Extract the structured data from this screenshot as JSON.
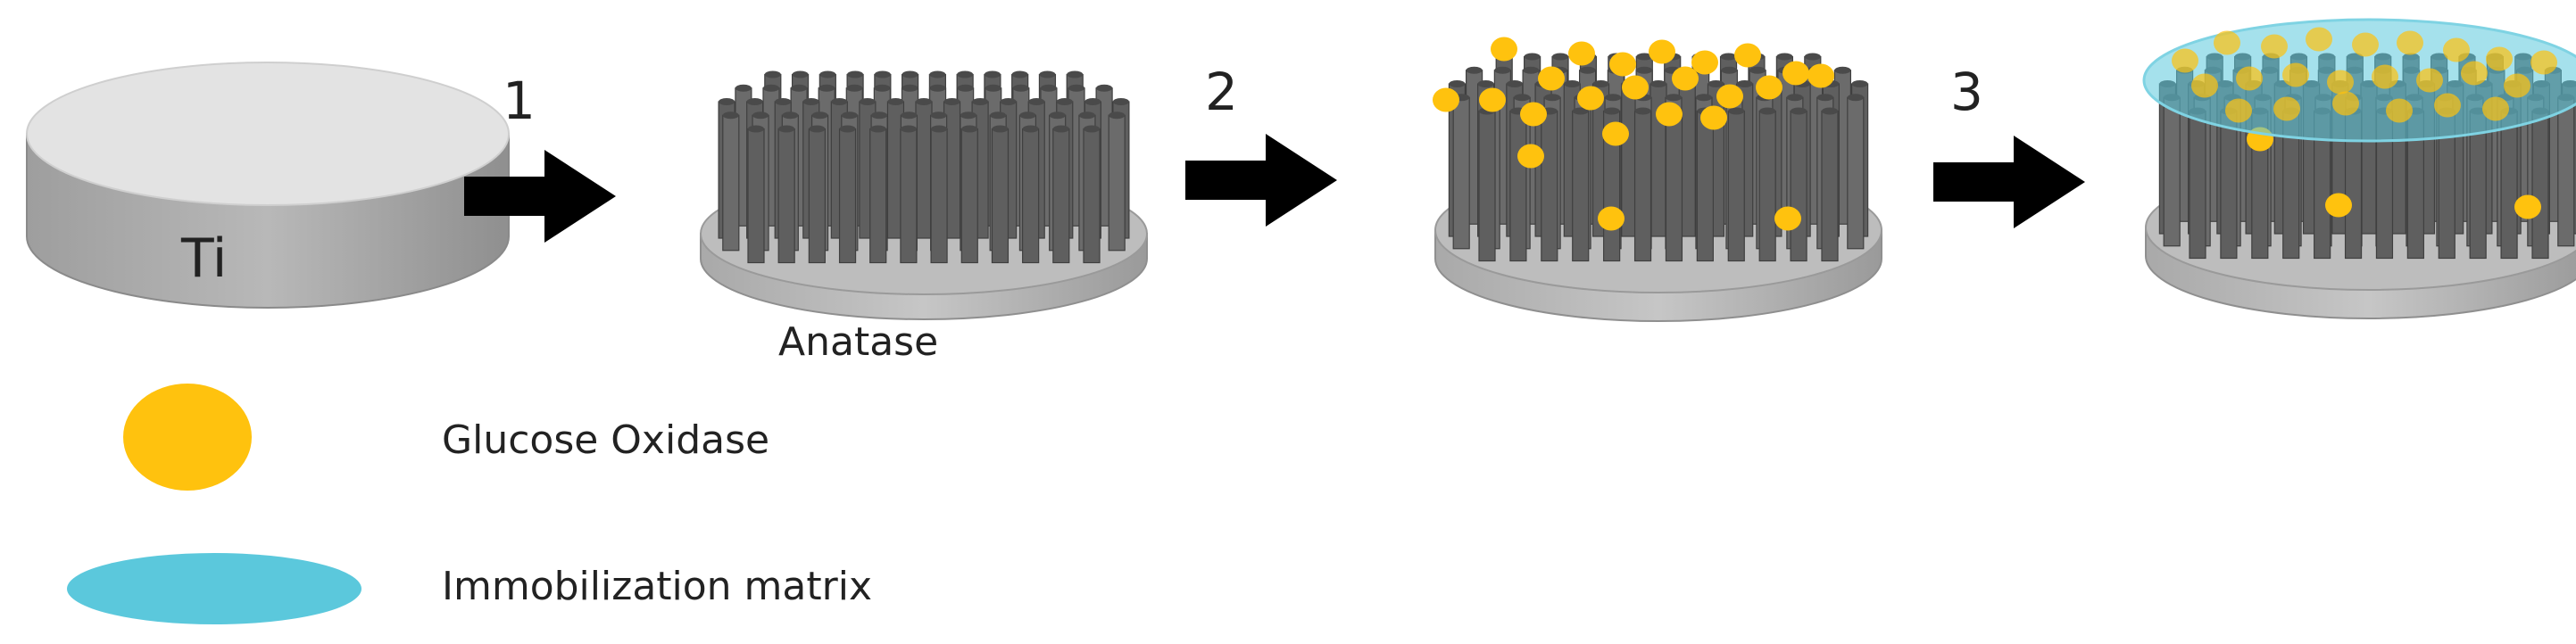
{
  "labels": {
    "ti": "Ti",
    "anatase": "Anatase"
  },
  "steps": [
    "1",
    "2",
    "3"
  ],
  "legend": [
    {
      "label": "Glucose Oxidase",
      "icon": "glucose-oxidase-dot-icon"
    },
    {
      "label": "Immobilization matrix",
      "icon": "immobilization-matrix-ellipse-icon"
    }
  ],
  "colors": {
    "glucose_oxidase": "#FFC20E",
    "immobilization_matrix": "#5BC8DC",
    "nanotube": "#5F5F5F",
    "substrate": "#BDBDBD",
    "ti_top": "#E4E4E4",
    "ti_side": "#A8A8A8",
    "arrow": "#000000"
  }
}
